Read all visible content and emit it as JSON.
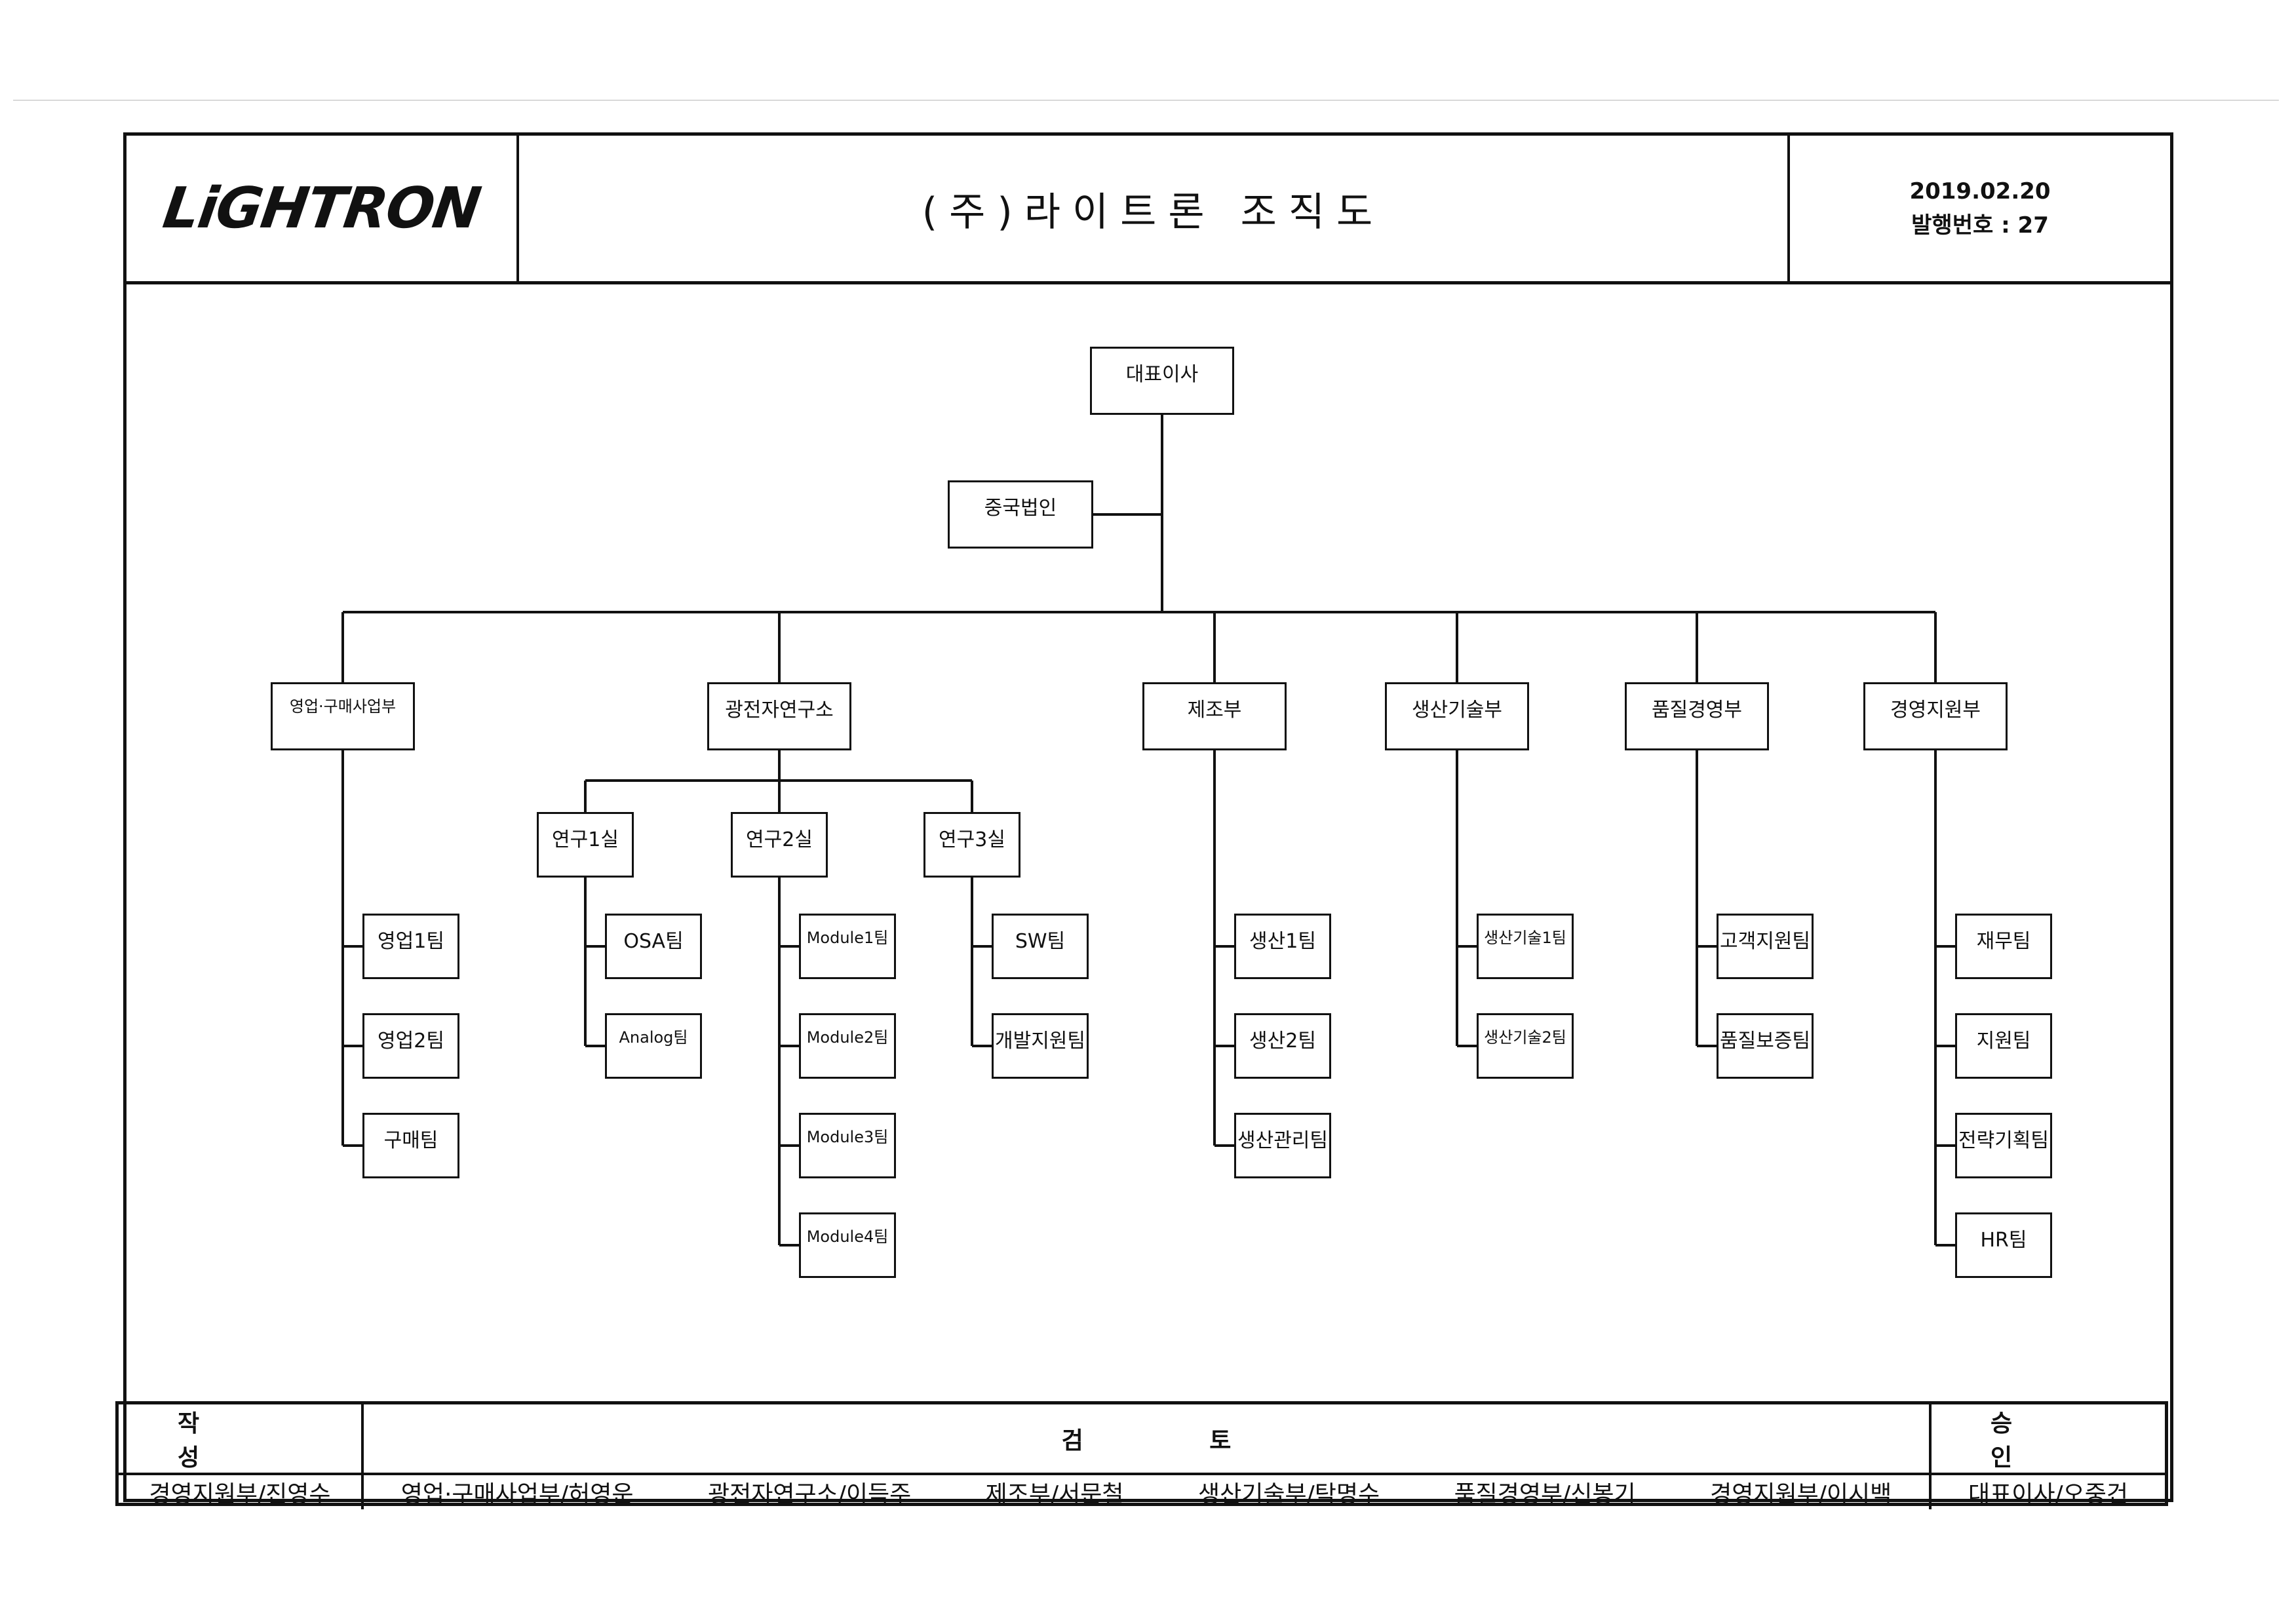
{
  "header": {
    "logo_text": "LiGHTRON",
    "title": "(주)라이트론 조직도",
    "date": "2019.02.20",
    "issue_no": "발행번호 : 27"
  },
  "org": {
    "ceo": "대표이사",
    "china": "중국법인",
    "departments": [
      {
        "name": "영업·구매사업부",
        "teams": [
          "영업1팀",
          "영업2팀",
          "구매팀"
        ]
      },
      {
        "name": "광전자연구소",
        "labs": [
          {
            "name": "연구1실",
            "teams": [
              "OSA팀",
              "Analog팀"
            ]
          },
          {
            "name": "연구2실",
            "teams": [
              "Module1팀",
              "Module2팀",
              "Module3팀",
              "Module4팀"
            ]
          },
          {
            "name": "연구3실",
            "teams": [
              "SW팀",
              "개발지원팀"
            ]
          }
        ]
      },
      {
        "name": "제조부",
        "teams": [
          "생산1팀",
          "생산2팀",
          "생산관리팀"
        ]
      },
      {
        "name": "생산기술부",
        "teams": [
          "생산기술1팀",
          "생산기술2팀"
        ]
      },
      {
        "name": "품질경영부",
        "teams": [
          "고객지원팀",
          "품질보증팀"
        ]
      },
      {
        "name": "경영지원부",
        "teams": [
          "재무팀",
          "지원팀",
          "전략기획팀",
          "HR팀"
        ]
      }
    ]
  },
  "footer": {
    "author_label": "작 성",
    "review_label": "검 토",
    "approve_label": "승 인",
    "author": "경영지원부/진영수",
    "reviewers": [
      "영업·구매사업부/허영운",
      "광전자연구소/이득주",
      "제조부/서문철",
      "생산기술부/탁명수",
      "품질경영부/신봉기",
      "경영지원부/이시백"
    ],
    "approver": "대표이사/오중건"
  }
}
